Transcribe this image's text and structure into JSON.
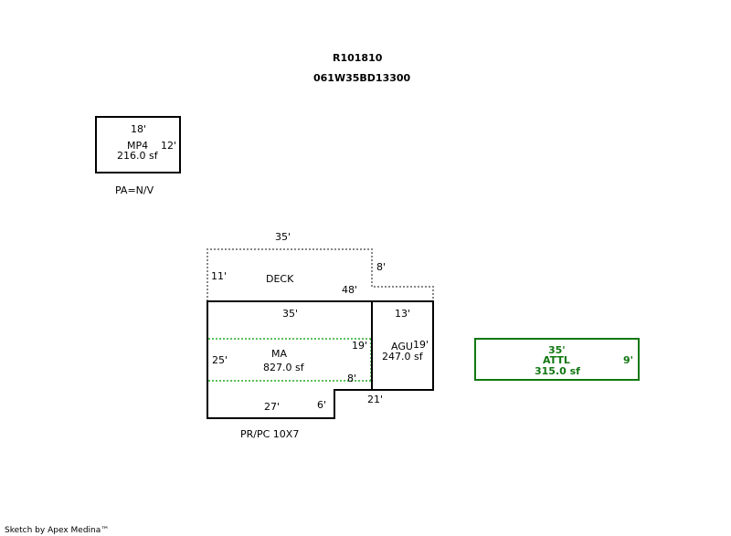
{
  "header": {
    "account": "R101810",
    "map_tax_lot": "061W35BD13300"
  },
  "areas": {
    "mp4": {
      "label": "MP4",
      "area": "216.0 sf",
      "dim_top": "18'",
      "dim_right": "12'",
      "note": "PA=N/V"
    },
    "deck": {
      "label": "DECK",
      "dim_top": "35'",
      "dim_left": "11'",
      "dim_right": "8'",
      "dim_bottom": "48'"
    },
    "ma": {
      "label": "MA",
      "area": "827.0 sf",
      "dim_top": "35'",
      "dim_left": "25'",
      "dim_inner_right": "19'",
      "dim_inner_bottom": "8'",
      "dim_bottom": "27'",
      "dim_notch": "6'",
      "dim_step": "21'",
      "note": "PR/PC 10X7"
    },
    "agu": {
      "label": "AGU",
      "area": "247.0 sf",
      "dim_top": "13'",
      "dim_right": "19'"
    },
    "attl": {
      "label": "ATTL",
      "area": "315.0 sf",
      "dim_top": "35'",
      "dim_right": "9'",
      "color": "#117711"
    }
  },
  "footer": {
    "credit": "Sketch by Apex Medina™"
  }
}
